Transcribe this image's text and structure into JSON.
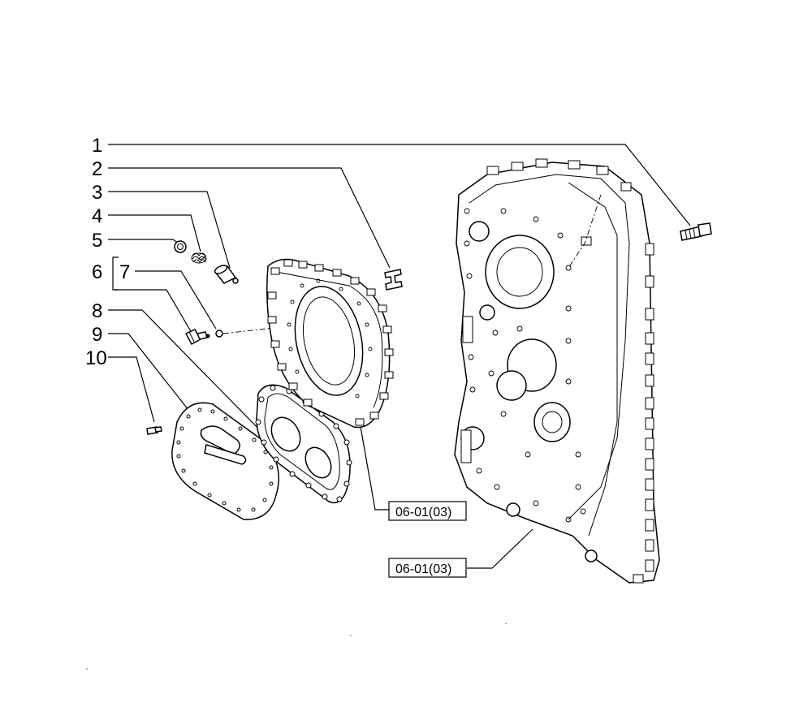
{
  "callouts": [
    {
      "num": "1"
    },
    {
      "num": "2"
    },
    {
      "num": "3"
    },
    {
      "num": "4"
    },
    {
      "num": "5"
    },
    {
      "num": "6"
    },
    {
      "num": "7"
    },
    {
      "num": "8"
    },
    {
      "num": "9"
    },
    {
      "num": "10"
    }
  ],
  "references": [
    "06-01(03)",
    "06-01(03)"
  ],
  "parts": {
    "p1": "screw-plug-icon",
    "p2": "clip-icon",
    "p3": "piston-icon",
    "p4": "spring-icon",
    "p5": "seal-ring-icon",
    "p6": "valve-fitting-icon",
    "p7": "ball-icon",
    "p8": "gasket-icon",
    "p9": "cover-plate-icon",
    "p10": "bolt-icon",
    "valve_block": "valve-block-icon",
    "housing": "transmission-housing-icon"
  }
}
